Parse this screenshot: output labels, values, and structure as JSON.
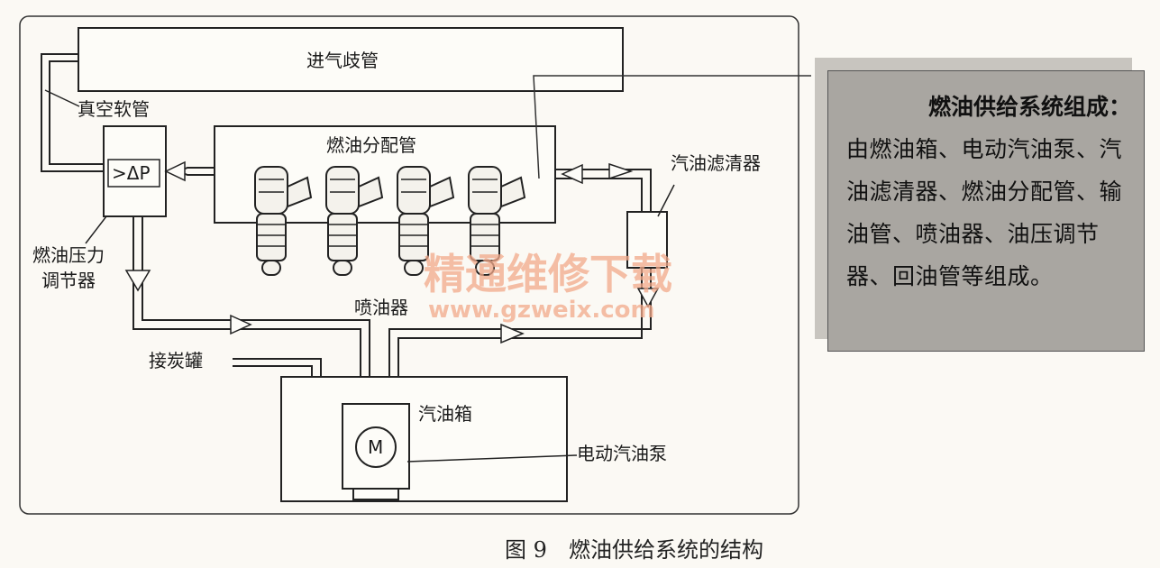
{
  "diagram": {
    "labels": {
      "intake_manifold": "进气歧管",
      "vacuum_hose": "真空软管",
      "fuel_rail": "燃油分配管",
      "fuel_filter": "汽油滤清器",
      "pressure_regulator_line1": "燃油压力",
      "pressure_regulator_line2": "调节器",
      "regulator_symbol": ">ΔP",
      "injector": "喷油器",
      "canister": "接炭罐",
      "fuel_tank": "汽油箱",
      "fuel_pump": "电动汽油泵",
      "motor_symbol": "M"
    },
    "watermark": {
      "line1": "精通维修下载",
      "line2": "www.gzweix.com"
    }
  },
  "info_box": {
    "title": "燃油供给系统组成：",
    "body": "由燃油箱、电动汽油泵、汽油滤清器、燃油分配管、输油管、喷油器、油压调节器、回油管等组成。"
  },
  "caption": "图 9　燃油供给系统的结构"
}
